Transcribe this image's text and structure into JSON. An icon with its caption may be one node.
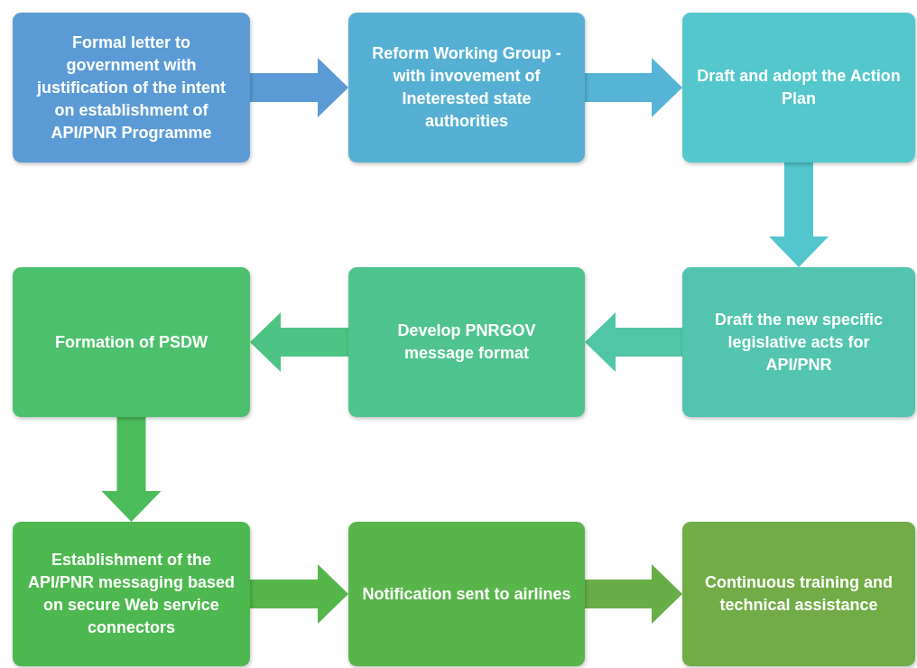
{
  "diagram": {
    "nodes": [
      {
        "text": [
          "Formal letter to government with justification of the intent on establishment of API/PNR Programme"
        ]
      },
      {
        "text": [
          "Reform Working Group - with invovement of Ineterested state authorities"
        ]
      },
      {
        "text": [
          "Draft and adopt the Action Plan"
        ]
      },
      {
        "text": [
          "Formation of PSDW"
        ]
      },
      {
        "text": [
          "Develop PNRGOV message format"
        ]
      },
      {
        "text": [
          "Draft the new specific legislative acts for API/PNR"
        ]
      },
      {
        "text": [
          "Establishment of the API/PNR messaging based on secure Web service connectors"
        ]
      },
      {
        "text": [
          "Notification sent to airlines"
        ]
      },
      {
        "text": [
          "Continuous training and technical assistance"
        ]
      }
    ],
    "edges": [
      {
        "from": 0,
        "to": 1,
        "arrow": "to",
        "color": "#5b9bd5"
      },
      {
        "from": 1,
        "to": 2,
        "arrow": "to",
        "color": "#56b4d6"
      },
      {
        "from": 2,
        "to": 5,
        "arrow": "to",
        "color": "#52c6cc"
      },
      {
        "from": 5,
        "to": 4,
        "arrow": "to",
        "color": "#50c6a6"
      },
      {
        "from": 4,
        "to": 3,
        "arrow": "to",
        "color": "#4ec484"
      },
      {
        "from": 3,
        "to": 6,
        "arrow": "to",
        "color": "#4cbc5a"
      },
      {
        "from": 6,
        "to": 7,
        "arrow": "to",
        "color": "#55b64a"
      },
      {
        "from": 7,
        "to": 8,
        "arrow": "to",
        "color": "#68ae46"
      }
    ]
  }
}
